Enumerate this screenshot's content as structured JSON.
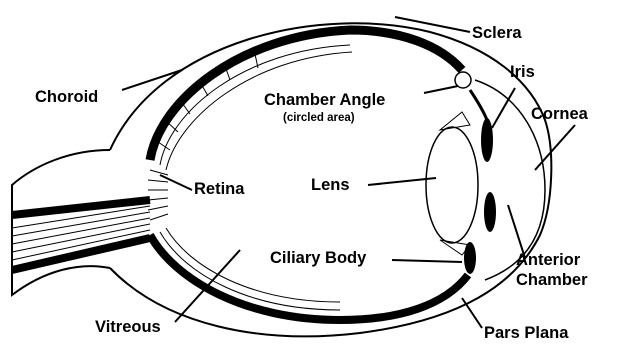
{
  "labels": {
    "sclera": "Sclera",
    "iris": "Iris",
    "choroid": "Choroid",
    "chamber_angle": "Chamber Angle",
    "chamber_angle_note": "(circled area)",
    "cornea": "Cornea",
    "retina": "Retina",
    "lens": "Lens",
    "ciliary_body": "Ciliary Body",
    "anterior": "Anterior",
    "chamber": "Chamber",
    "vitreous": "Vitreous",
    "pars_plana": "Pars Plana"
  }
}
